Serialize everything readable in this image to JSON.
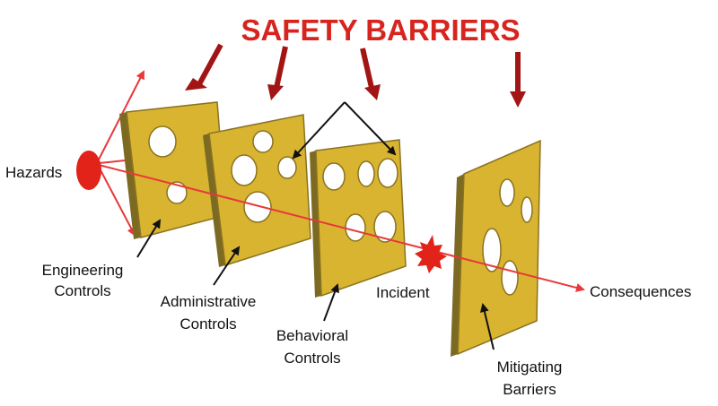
{
  "title": "SAFETY BARRIERS",
  "labels": {
    "hazards": "Hazards",
    "engineering_line1": "Engineering",
    "engineering_line2": "Controls",
    "administrative_line1": "Administrative",
    "administrative_line2": "Controls",
    "behavioral_line1": "Behavioral",
    "behavioral_line2": "Controls",
    "incident": "Incident",
    "consequences": "Consequences",
    "mitigating_line1": "Mitigating",
    "mitigating_line2": "Barriers"
  },
  "colors": {
    "title": "#d7241f",
    "barrier_fill": "#d9b431",
    "barrier_edge": "#8a7220",
    "barrier_side": "#7d6a22",
    "hazard": "#e2231a",
    "path_line": "#e8383a",
    "pointer_arrow": "#a31515",
    "text": "#111111"
  }
}
